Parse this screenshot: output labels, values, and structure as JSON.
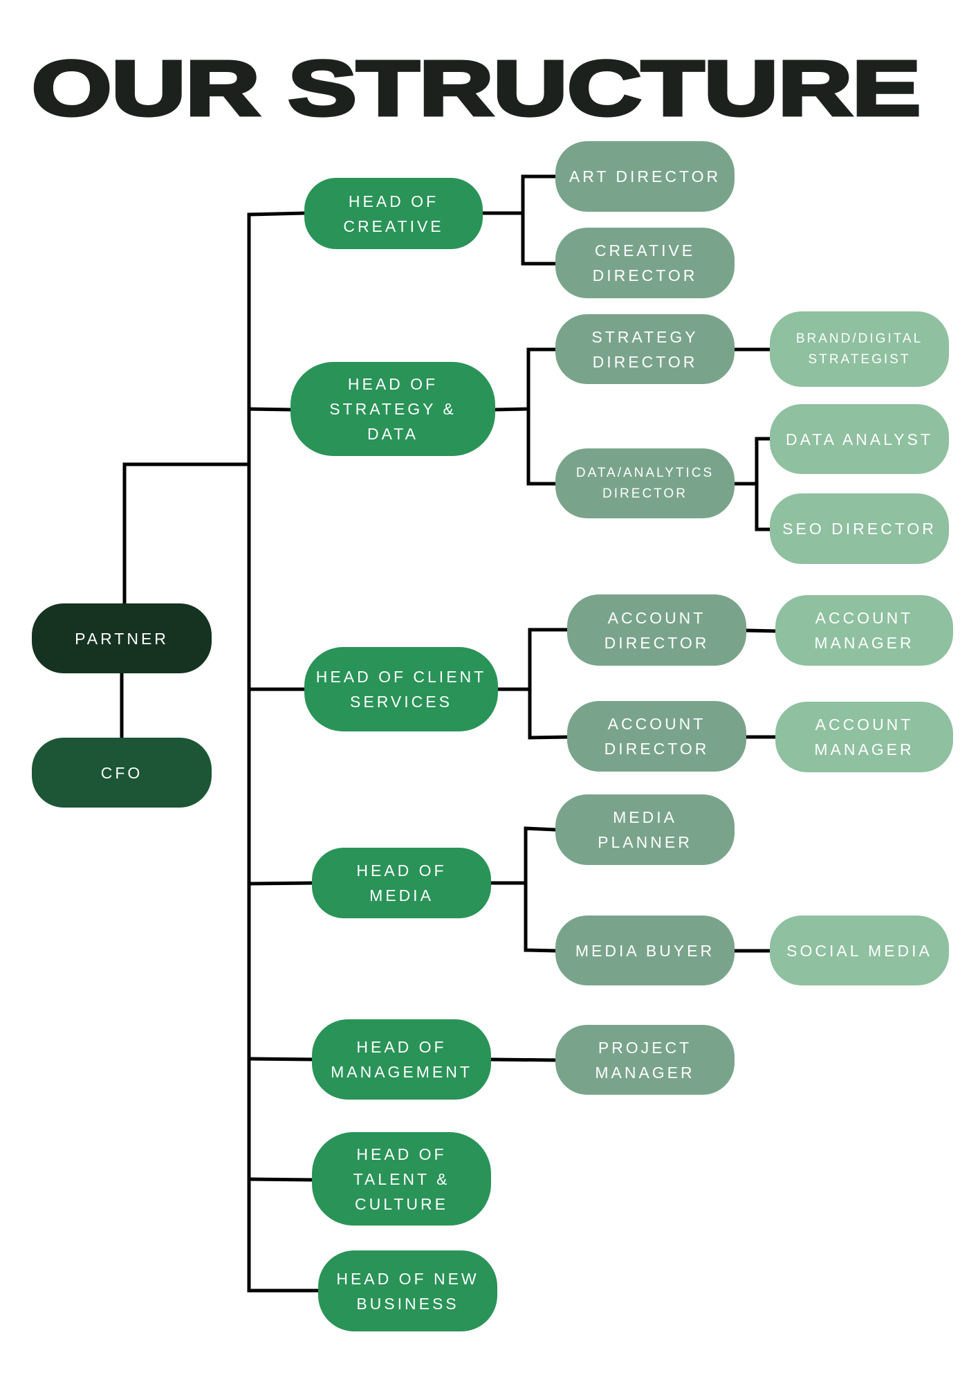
{
  "title": "OUR STRUCTURE",
  "colors": {
    "head": "#2a9358",
    "level2": "#79a48b",
    "level3": "#8fc0a0",
    "partner": "#163322",
    "cfo": "#1c5636",
    "line": "#000000"
  },
  "executives": {
    "partner": "PARTNER",
    "cfo": "CFO"
  },
  "heads": {
    "creative": "HEAD OF\nCREATIVE",
    "strategy": "HEAD OF\nSTRATEGY &\nDATA",
    "client": "HEAD OF CLIENT\nSERVICES",
    "media": "HEAD OF\nMEDIA",
    "management": "HEAD OF\nMANAGEMENT",
    "talent": "HEAD OF\nTALENT &\nCULTURE",
    "new_business": "HEAD OF NEW\nBUSINESS"
  },
  "level2": {
    "art_director": "ART DIRECTOR",
    "creative_director": "CREATIVE\nDIRECTOR",
    "strategy_director": "STRATEGY\nDIRECTOR",
    "data_analytics_director": "DATA/ANALYTICS\nDIRECTOR",
    "account_director_1": "ACCOUNT\nDIRECTOR",
    "account_director_2": "ACCOUNT\nDIRECTOR",
    "media_planner": "MEDIA\nPLANNER",
    "media_buyer": "MEDIA BUYER",
    "project_manager": "PROJECT\nMANAGER"
  },
  "level3": {
    "brand_digital_strategist": "BRAND/DIGITAL\nSTRATEGIST",
    "data_analyst": "DATA ANALYST",
    "seo_director": "SEO DIRECTOR",
    "account_manager_1": "ACCOUNT\nMANAGER",
    "account_manager_2": "ACCOUNT\nMANAGER",
    "social_media": "SOCIAL MEDIA"
  }
}
